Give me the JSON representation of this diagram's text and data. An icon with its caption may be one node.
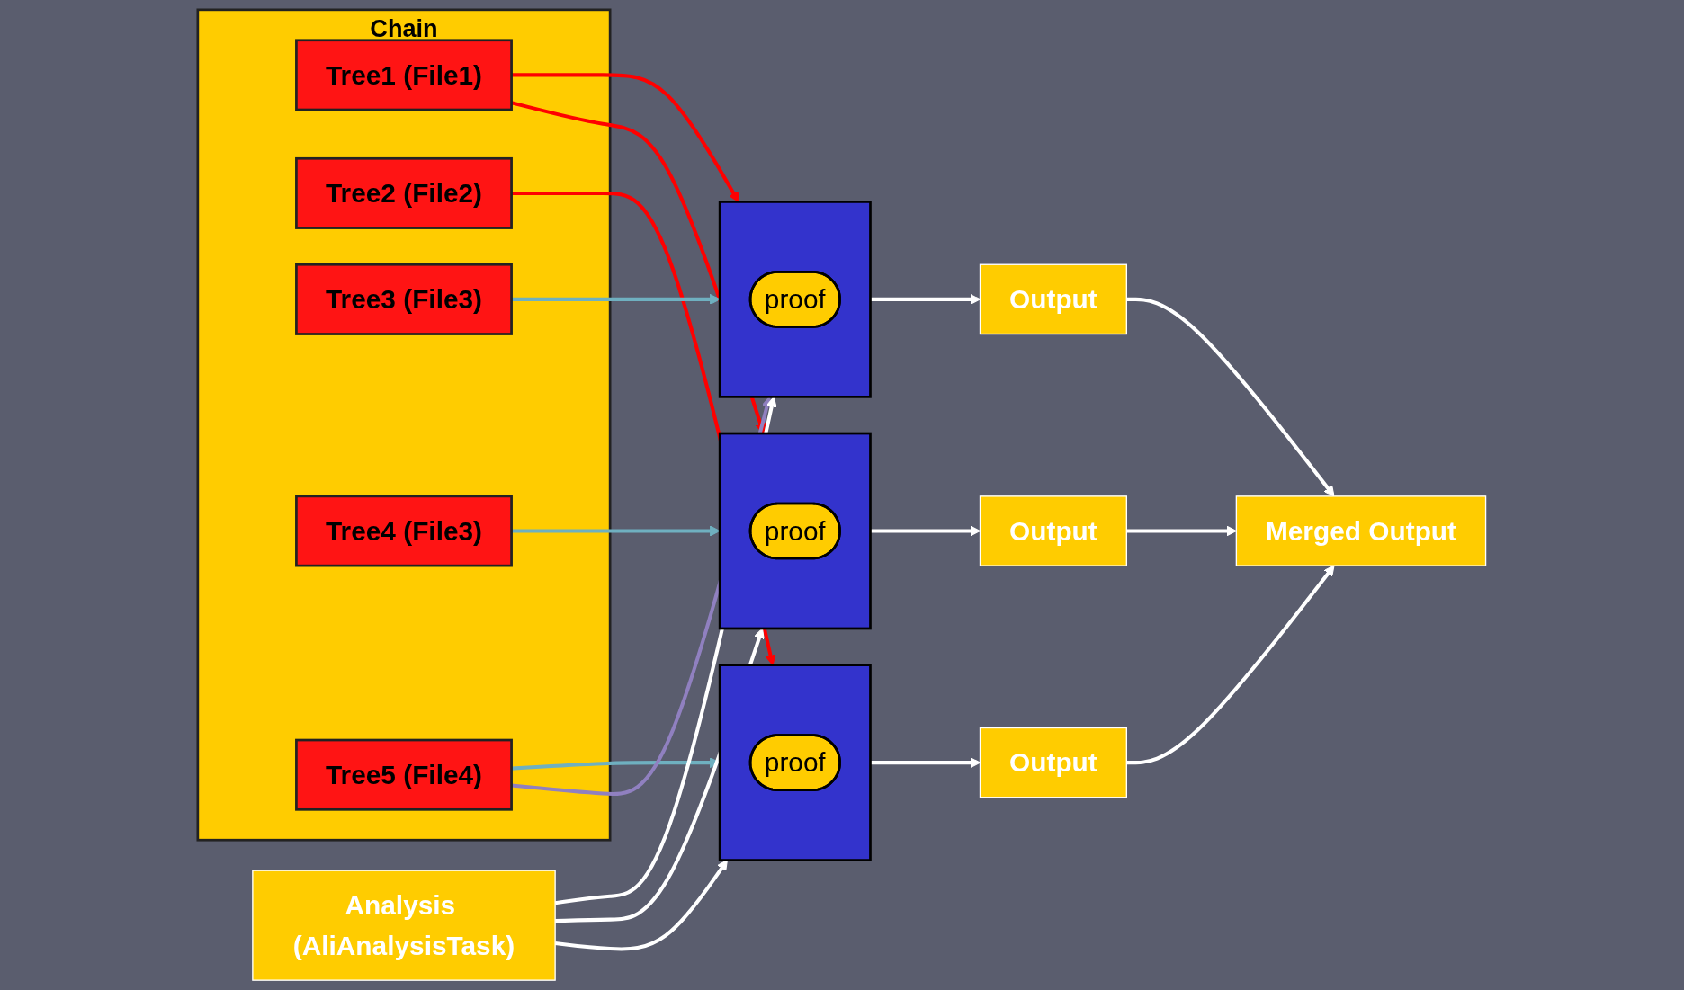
{
  "diagram": {
    "nodes": [
      {
        "text": [
          "Chain"
        ]
      },
      {
        "text": [
          "Tree1 (File1)"
        ],
        "in": 0
      },
      {
        "text": [
          "Tree2 (File2)"
        ],
        "in": 0
      },
      {
        "text": [
          "Tree3 (File3)"
        ],
        "in": 0
      },
      {
        "text": [
          "Tree4 (File3)"
        ],
        "in": 0
      },
      {
        "text": [
          "Tree5 (File4)"
        ],
        "in": 0
      },
      {
        "text": [
          "Analysis (AliAnalysisTask)"
        ]
      },
      {
        "text": [],
        "shape": "box"
      },
      {
        "text": [
          "proof"
        ],
        "in": 7
      },
      {
        "text": [
          "Output"
        ]
      },
      {
        "text": [],
        "shape": "box"
      },
      {
        "text": [
          "proof"
        ],
        "in": 10
      },
      {
        "text": [
          "Output"
        ]
      },
      {
        "text": [],
        "shape": "box"
      },
      {
        "text": [
          "proof"
        ],
        "in": 13
      },
      {
        "text": [
          "Output"
        ]
      },
      {
        "text": [
          "Merged Output"
        ]
      }
    ],
    "edges": [
      {
        "from": 1,
        "to": 7,
        "arrow": "to",
        "color": "#ff0000"
      },
      {
        "from": 1,
        "to": 10,
        "arrow": "to",
        "color": "#ff0000"
      },
      {
        "from": 2,
        "to": 13,
        "arrow": "to",
        "color": "#ff0000"
      },
      {
        "from": 3,
        "to": 7,
        "arrow": "to",
        "color": "#6fb0c0"
      },
      {
        "from": 4,
        "to": 10,
        "arrow": "to",
        "color": "#6fb0c0"
      },
      {
        "from": 5,
        "to": 13,
        "arrow": "to",
        "color": "#6fb0c0"
      },
      {
        "from": 5,
        "to": 7,
        "arrow": "to",
        "color": "#9080c0"
      },
      {
        "from": 6,
        "to": 7,
        "arrow": "to"
      },
      {
        "from": 6,
        "to": 10,
        "arrow": "to"
      },
      {
        "from": 6,
        "to": 13,
        "arrow": "to"
      },
      {
        "from": 7,
        "to": 9,
        "arrow": "to"
      },
      {
        "from": 10,
        "to": 12,
        "arrow": "to"
      },
      {
        "from": 13,
        "to": 15,
        "arrow": "to"
      },
      {
        "from": 9,
        "to": 16,
        "arrow": "to"
      },
      {
        "from": 12,
        "to": 16,
        "arrow": "to"
      },
      {
        "from": 15,
        "to": 16,
        "arrow": "to"
      }
    ]
  }
}
